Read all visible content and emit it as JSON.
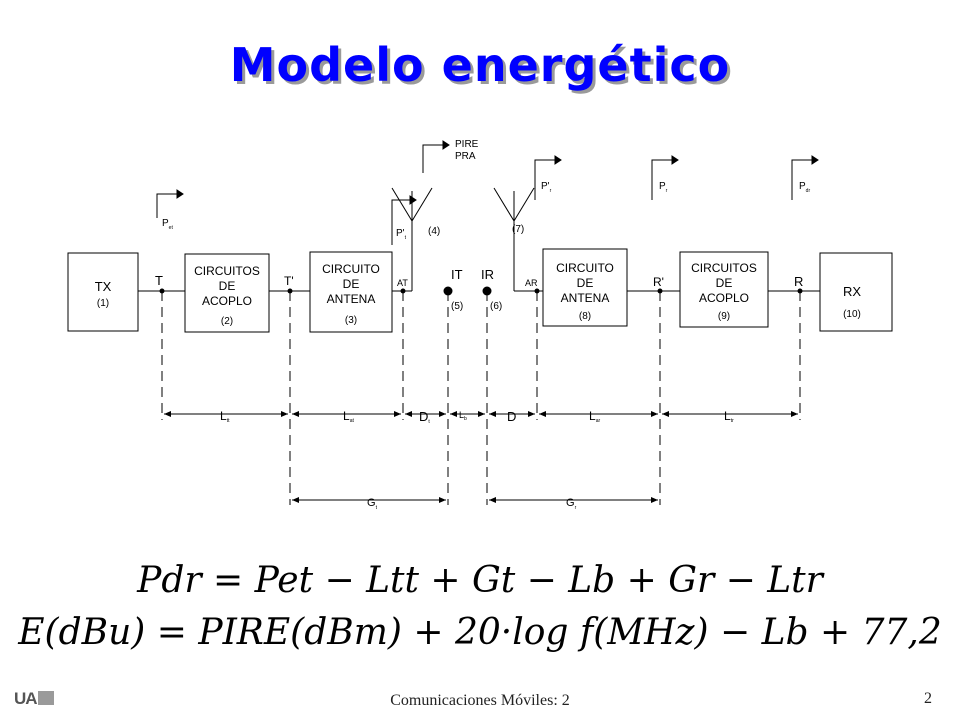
{
  "title": "Modelo energético",
  "blocks": {
    "tx": {
      "name": "TX",
      "num": "(1)"
    },
    "c2": {
      "lines": [
        "CIRCUITOS",
        "DE",
        "ACOPLO"
      ],
      "num": "(2)"
    },
    "c3": {
      "lines": [
        "CIRCUITO",
        "DE",
        "ANTENA"
      ],
      "num": "(3)"
    },
    "c8": {
      "lines": [
        "CIRCUITO",
        "DE",
        "ANTENA"
      ],
      "num": "(8)"
    },
    "c9": {
      "lines": [
        "CIRCUITOS",
        "DE",
        "ACOPLO"
      ],
      "num": "(9)"
    },
    "rx": {
      "name": "RX",
      "num": "(10)"
    }
  },
  "points": {
    "T": "T",
    "Tp": "T'",
    "AT": "AT",
    "IT": "IT",
    "IR": "IR",
    "AR": "AR",
    "Rp": "R'",
    "R": "R"
  },
  "nums": {
    "n4": "(4)",
    "n5": "(5)",
    "n6": "(6)",
    "n7": "(7)"
  },
  "powers": {
    "pire": "PIRE",
    "pra": "PRA",
    "pet": {
      "main": "P",
      "sub": "et"
    },
    "pt": {
      "main": "P'",
      "sub": "t"
    },
    "pt_up": {
      "main": "P'",
      "sub": "r"
    },
    "pr": {
      "main": "P",
      "sub": "r"
    },
    "pdr": {
      "main": "P",
      "sub": "dr"
    }
  },
  "measures": {
    "ltt": {
      "main": "L",
      "sub": "tt"
    },
    "lat": {
      "main": "L",
      "sub": "at"
    },
    "dt": {
      "main": "D",
      "sub": "t"
    },
    "lb": {
      "main": "L",
      "sub": "b"
    },
    "dr": {
      "main": "D",
      "sub": "r"
    },
    "lar": {
      "main": "L",
      "sub": "ar"
    },
    "ltr": {
      "main": "L",
      "sub": "tr"
    },
    "gt": {
      "main": "G",
      "sub": "t"
    },
    "gr": {
      "main": "G",
      "sub": "r"
    }
  },
  "equations": {
    "eq1": "Pdr = Pet − Ltt + Gt − Lb + Gr − Ltr",
    "eq2": "E(dBu) = PIRE(dBm) + 20·log f(MHz) − Lb + 77,2"
  },
  "footer": "Comunicaciones Móviles: 2",
  "page_number": "2",
  "logo": "UA"
}
